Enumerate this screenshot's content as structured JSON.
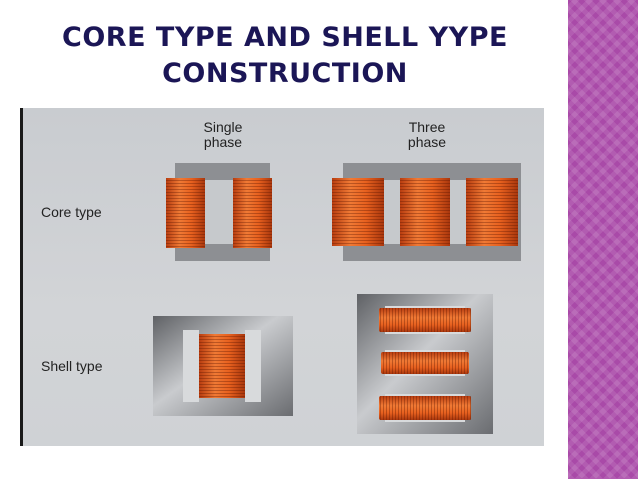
{
  "slide": {
    "title_line1": "CORE TYPE AND SHELL YYPE",
    "title_line2": "CONSTRUCTION"
  },
  "figure": {
    "columns": [
      {
        "line1": "Single",
        "line2": "phase"
      },
      {
        "line1": "Three",
        "line2": "phase"
      }
    ],
    "rows": [
      "Core type",
      "Shell type"
    ]
  },
  "colors": {
    "title": "#1b1656",
    "accent_bar": "#a94aa8",
    "coil": "#e35a1e",
    "core": "#8d8f93",
    "figure_bg": "#cfd2d5"
  }
}
